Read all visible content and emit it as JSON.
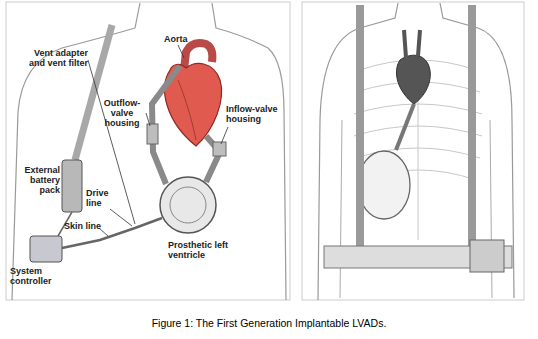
{
  "diagram": {
    "caption": "Figure 1: The First Generation Implantable LVADs.",
    "labels": [
      "Vent adapter and vent filter",
      "Aorta",
      "Outflow-valve housing",
      "Inflow-valve housing",
      "External battery pack",
      "Drive line",
      "Skin line",
      "Prosthetic left ventricle",
      "System controller"
    ]
  }
}
